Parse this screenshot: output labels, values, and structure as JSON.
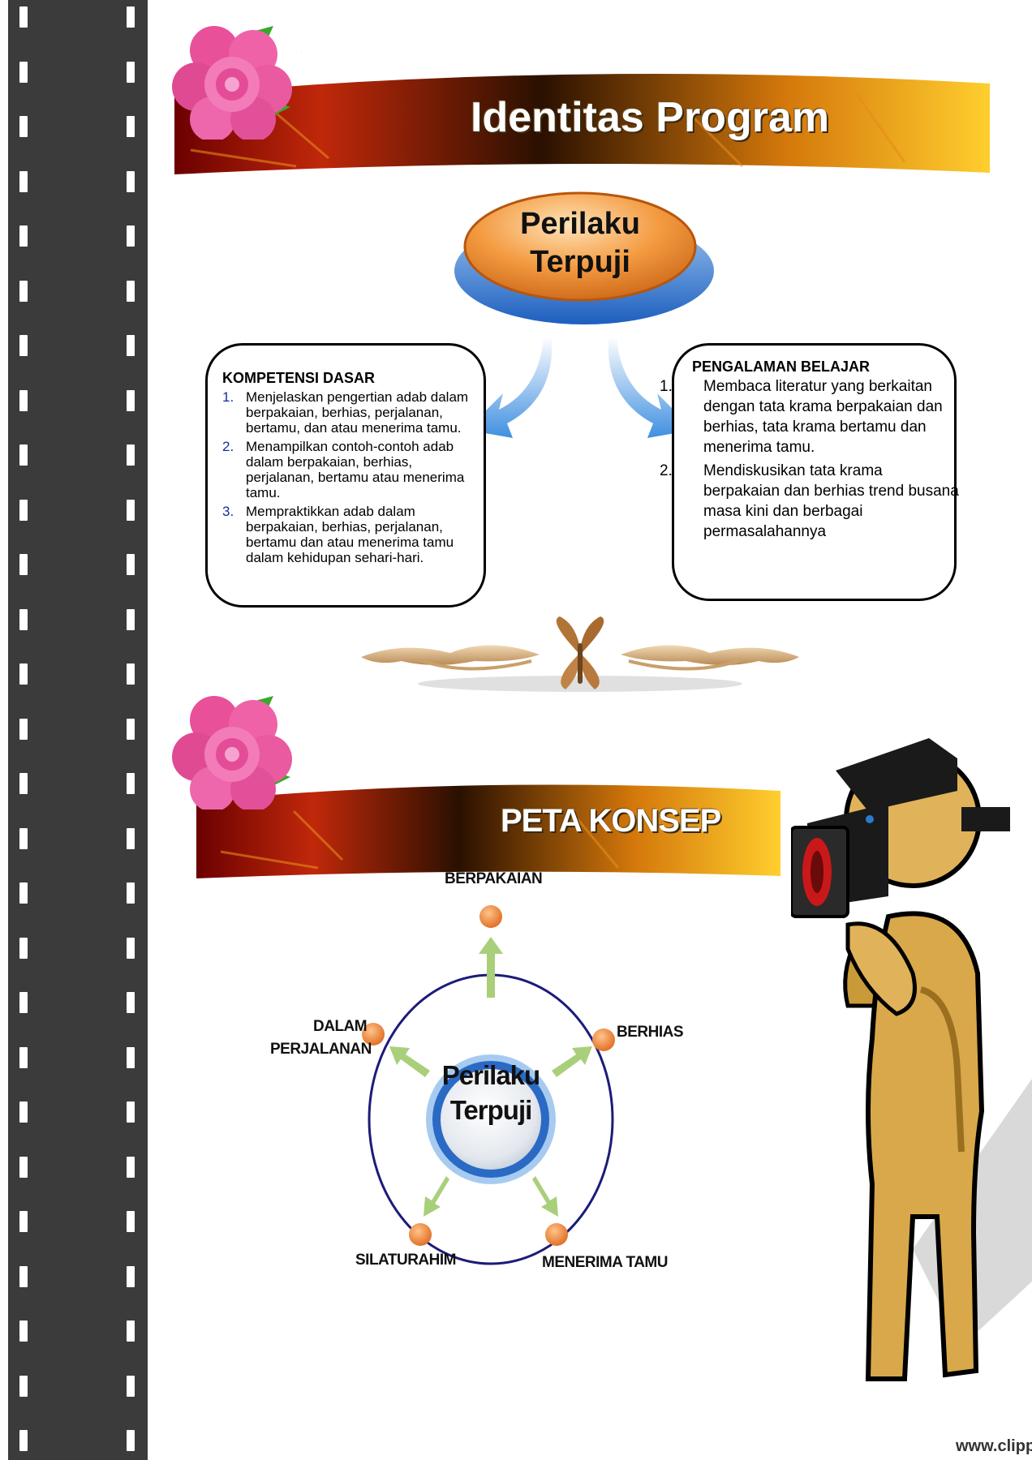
{
  "section1": {
    "title": "Identitas Program"
  },
  "topic": {
    "line1": "Perilaku",
    "line2": "Terpuji"
  },
  "kompetensi": {
    "heading": "KOMPETENSI DASAR",
    "items": [
      {
        "num": "1.",
        "text": "Menjelaskan pengertian adab dalam berpakaian, berhias, perjalanan, bertamu, dan atau menerima tamu."
      },
      {
        "num": "2.",
        "text": "Menampilkan contoh-contoh adab dalam berpakaian, berhias, perjalanan, bertamu atau menerima tamu."
      },
      {
        "num": "3.",
        "text": "Mempraktikkan adab dalam berpakaian, berhias, perjalanan, bertamu dan atau menerima tamu dalam kehidupan sehari-hari."
      }
    ]
  },
  "pengalaman": {
    "heading": "PENGALAMAN BELAJAR",
    "items": [
      {
        "num": "1.",
        "text": "Membaca literatur yang berkaitan dengan tata krama berpakaian dan berhias, tata krama bertamu dan menerima tamu."
      },
      {
        "num": "2.",
        "text": "Mendiskusikan tata krama berpakaian dan berhias trend busana masa kini dan berbagai permasalahannya"
      }
    ]
  },
  "section2": {
    "title": "PETA KONSEP"
  },
  "concept_map": {
    "center": {
      "line1": "Perilaku",
      "line2": "Terpuji"
    },
    "nodes": {
      "berpakaian": "BERPAKAIAN",
      "berhias": "BERHIAS",
      "perjalanan_1": "DALAM",
      "perjalanan_2": "PERJALANAN",
      "silaturahim": "SILATURAHIM",
      "menerima_tamu": "MENERIMA TAMU"
    }
  },
  "footer": {
    "watermark": "www.clippa"
  },
  "colors": {
    "film": "#3b3b3b",
    "node": "#e8823a",
    "ring": "#1c1c7a",
    "arrow": "#a9cf7a",
    "box_blue": "#3f7fd0",
    "banner_orange": "#f7a91b"
  }
}
